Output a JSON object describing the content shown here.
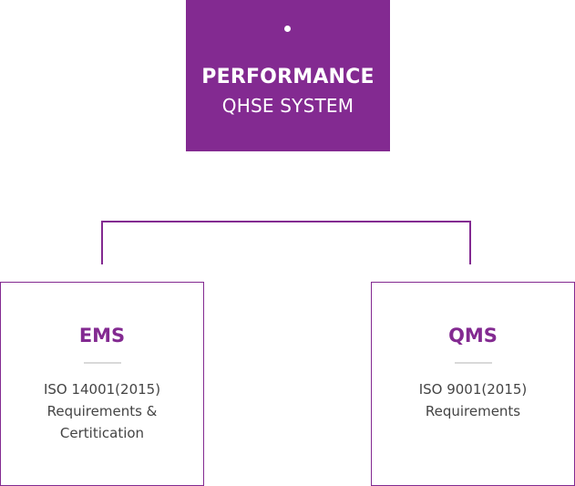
{
  "root": {
    "title": "PERFORMANCE",
    "subtitle": "QHSE SYSTEM"
  },
  "children": [
    {
      "title": "EMS",
      "lines": [
        "ISO 14001(2015)",
        "Requirements &",
        "Certitication"
      ]
    },
    {
      "title": "QMS",
      "lines": [
        "ISO 9001(2015)",
        "Requirements"
      ]
    }
  ],
  "colors": {
    "accent": "#832a91",
    "divider": "#d9d9d9",
    "body_text": "#444444"
  }
}
